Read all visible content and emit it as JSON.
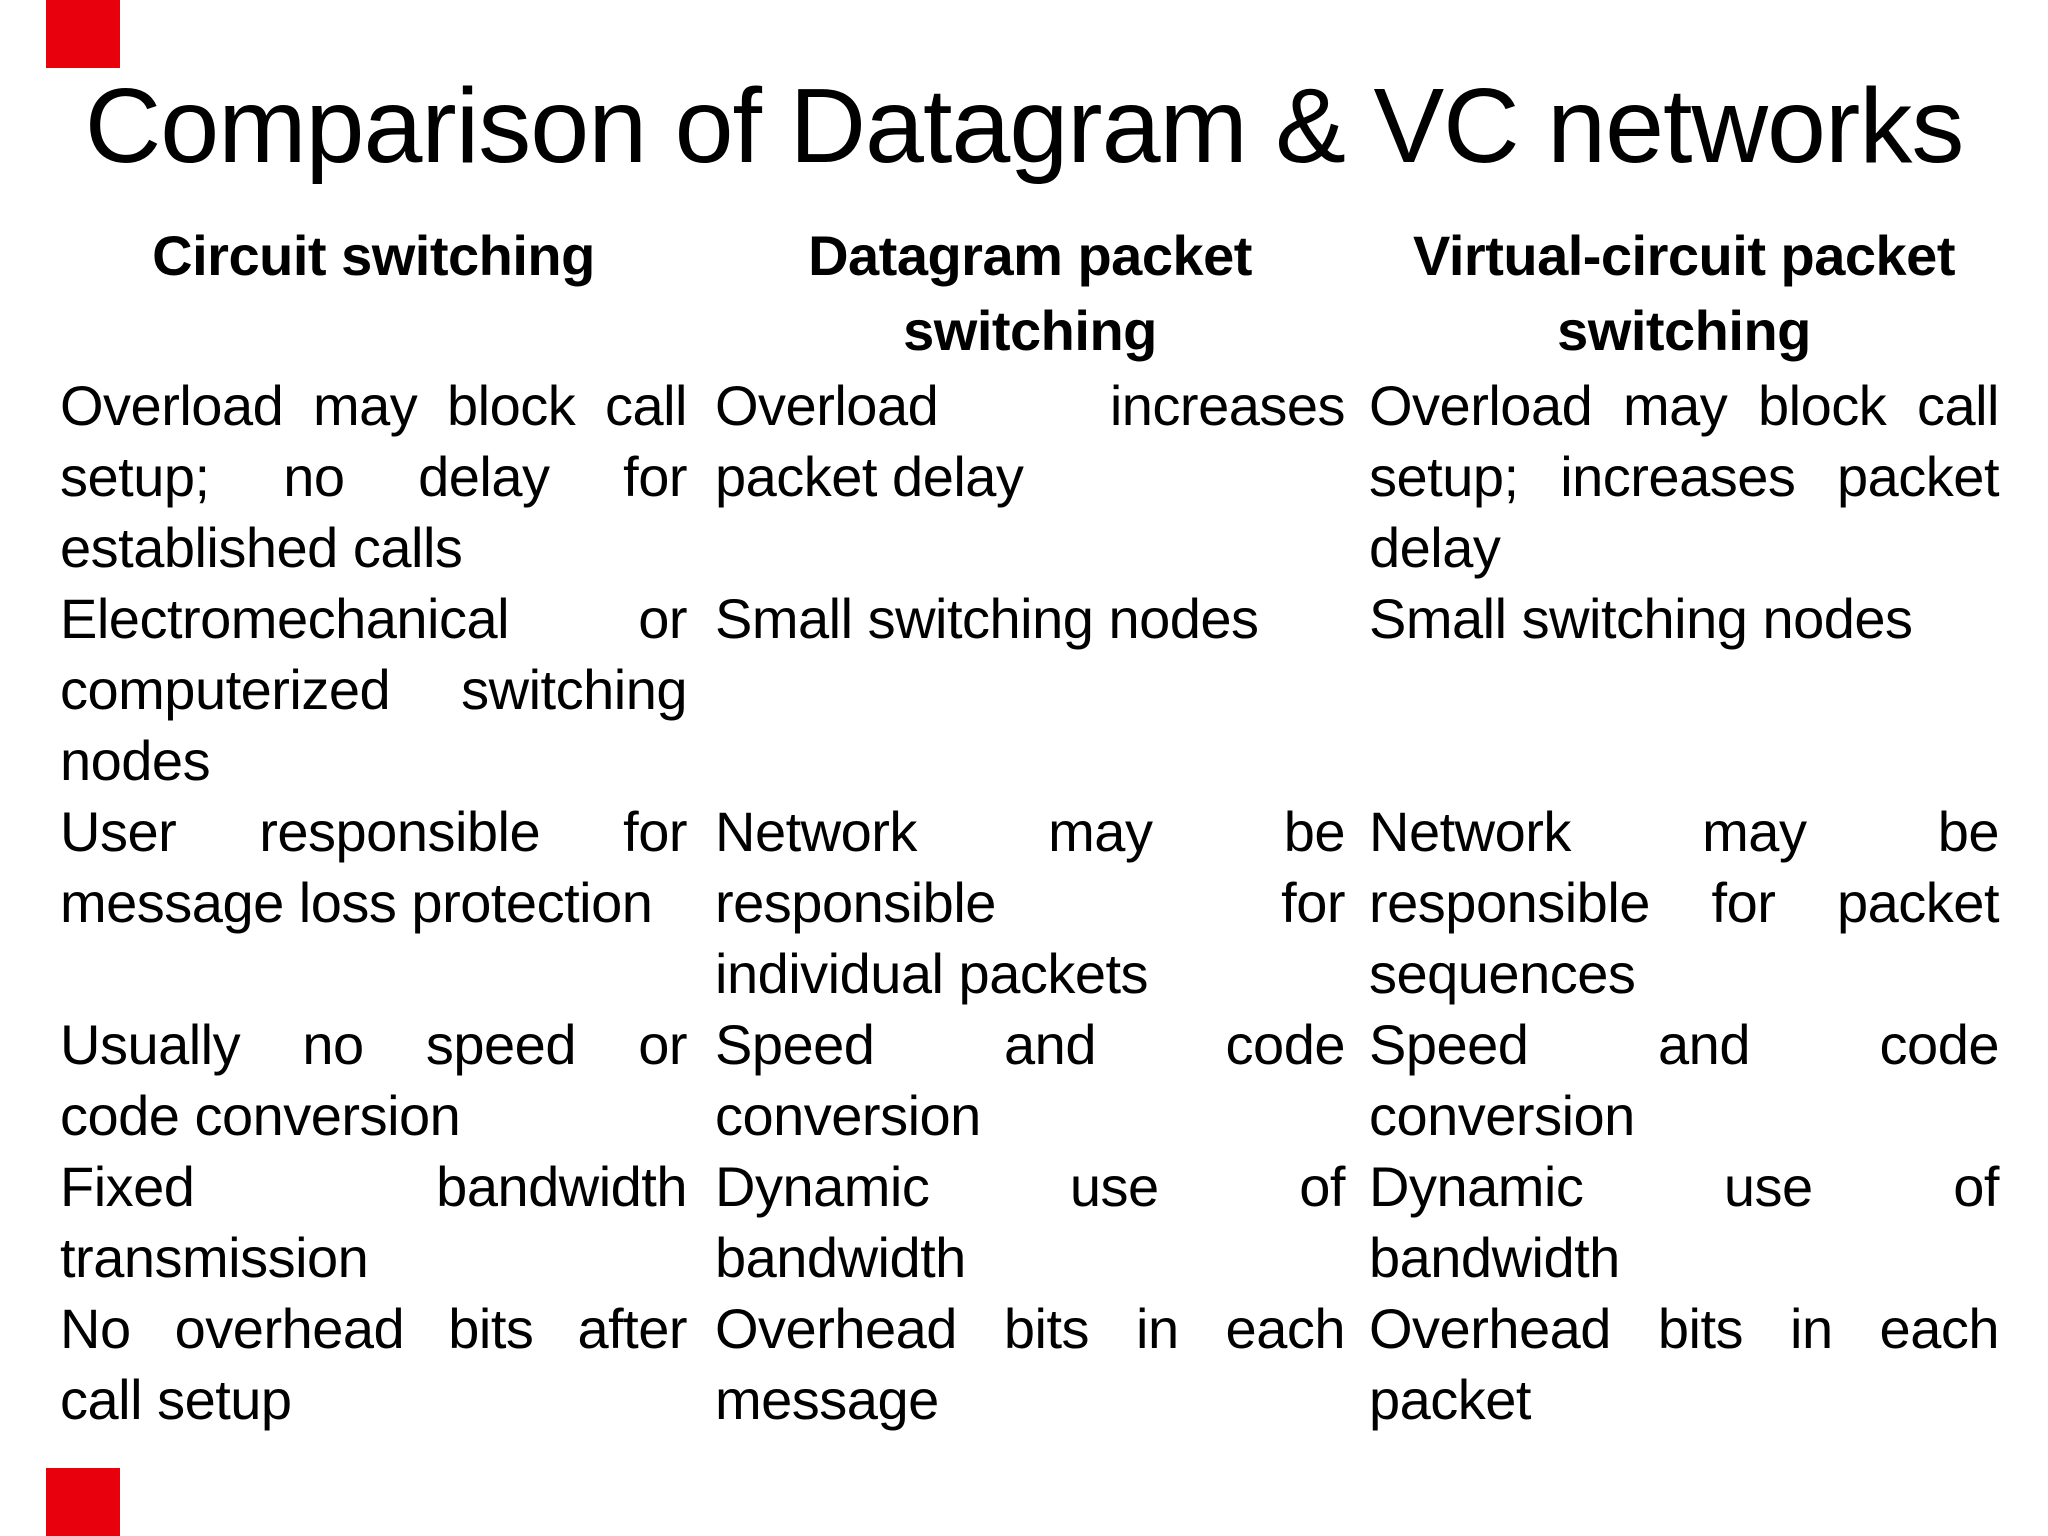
{
  "title": "Comparison of Datagram & VC networks",
  "decor": {
    "corner_marker_color": "#e8000d",
    "background_color": "#ffffff",
    "text_color": "#000000"
  },
  "table": {
    "headers": [
      {
        "lines": [
          "Circuit switching"
        ]
      },
      {
        "lines": [
          "Datagram packet",
          "switching"
        ]
      },
      {
        "lines": [
          "Virtual-circuit packet",
          "switching"
        ]
      }
    ],
    "rows": [
      {
        "cells": [
          {
            "lines": [
              "Overload may block call",
              "setup; no delay for",
              "established calls"
            ]
          },
          {
            "lines": [
              "Overload increases",
              "packet delay"
            ]
          },
          {
            "lines": [
              "Overload may block call",
              "setup; increases packet",
              "delay"
            ]
          }
        ]
      },
      {
        "cells": [
          {
            "lines": [
              "Electromechanical or",
              "computerized switching",
              "nodes"
            ]
          },
          {
            "lines": [
              "Small switching nodes"
            ]
          },
          {
            "lines": [
              "Small switching nodes"
            ]
          }
        ]
      },
      {
        "cells": [
          {
            "lines": [
              "User responsible for",
              "message loss protection"
            ]
          },
          {
            "lines": [
              "Network may be",
              "responsible for",
              "individual packets"
            ]
          },
          {
            "lines": [
              "Network may be",
              "responsible for packet",
              "sequences"
            ]
          }
        ]
      },
      {
        "cells": [
          {
            "lines": [
              "Usually no speed or",
              "code conversion"
            ]
          },
          {
            "lines": [
              "Speed and code",
              "conversion"
            ]
          },
          {
            "lines": [
              "Speed and code",
              "conversion"
            ]
          }
        ]
      },
      {
        "cells": [
          {
            "lines": [
              "Fixed bandwidth",
              "transmission"
            ]
          },
          {
            "lines": [
              "Dynamic use of",
              "bandwidth"
            ]
          },
          {
            "lines": [
              "Dynamic use of",
              "bandwidth"
            ]
          }
        ]
      },
      {
        "cells": [
          {
            "lines": [
              "No overhead bits after",
              "call setup"
            ]
          },
          {
            "lines": [
              "Overhead bits in each",
              "message"
            ]
          },
          {
            "lines": [
              "Overhead bits in each",
              "packet"
            ]
          }
        ]
      }
    ]
  }
}
